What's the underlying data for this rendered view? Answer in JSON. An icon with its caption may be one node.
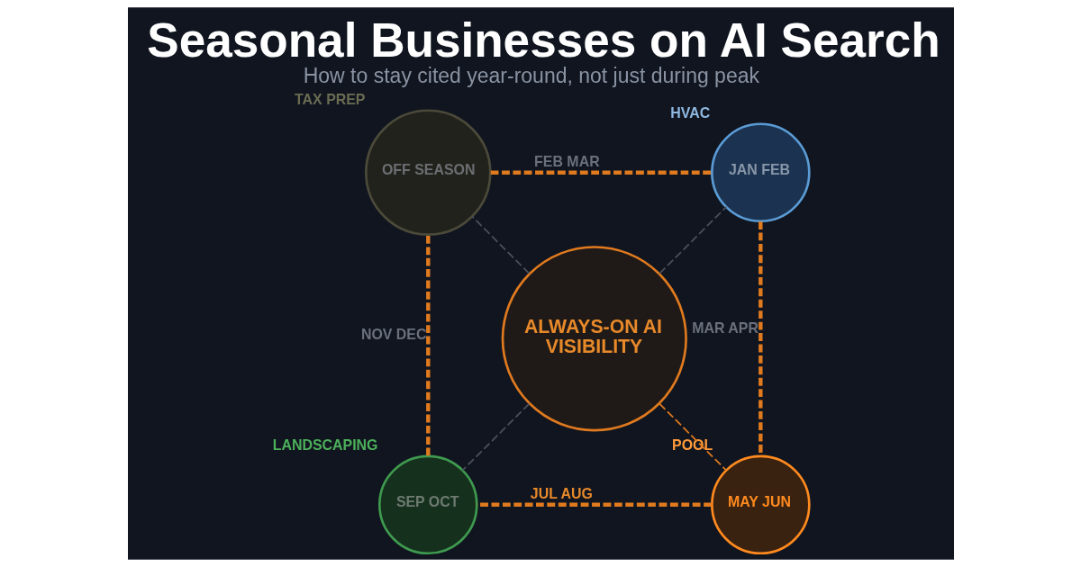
{
  "diagram": {
    "title": "Seasonal Businesses on AI Search",
    "caption": "How to stay cited year-round, not just during peak",
    "nodes": [
      {
        "text": [
          "JAN FEB"
        ],
        "beside": [
          "HVAC"
        ]
      },
      {
        "text": [
          "OFF SEASON"
        ],
        "beside": [
          "TAX PREP"
        ]
      },
      {
        "text": [
          "ALWAYS-ON AI VISIBILITY"
        ]
      },
      {
        "text": [
          "MAY JUN"
        ],
        "beside": [
          "POOL"
        ]
      },
      {
        "text": [
          "SEP OCT"
        ],
        "beside": [
          "LANDSCAPING"
        ]
      }
    ],
    "edges": [
      {
        "from": 2,
        "to": 0,
        "arrow": "none",
        "style": "dashed",
        "color": "#4a4f5a"
      },
      {
        "from": 2,
        "to": 3,
        "arrow": "none",
        "style": "dashed"
      },
      {
        "from": 2,
        "to": 4,
        "arrow": "none",
        "style": "dashed",
        "color": "#4a4f5a"
      },
      {
        "from": 2,
        "to": 1,
        "arrow": "none",
        "style": "dashed",
        "color": "#4a4f5a"
      },
      {
        "from": 0,
        "to": 3,
        "arrow": "none",
        "style": "dashed",
        "label": "MAR APR"
      },
      {
        "from": 3,
        "to": 4,
        "arrow": "none",
        "style": "dashed",
        "label": "JUL AUG"
      },
      {
        "from": 4,
        "to": 1,
        "arrow": "none",
        "style": "dashed",
        "label": "NOV DEC"
      },
      {
        "from": 1,
        "to": 0,
        "arrow": "none",
        "style": "dashed",
        "label": "FEB MAR"
      }
    ]
  }
}
